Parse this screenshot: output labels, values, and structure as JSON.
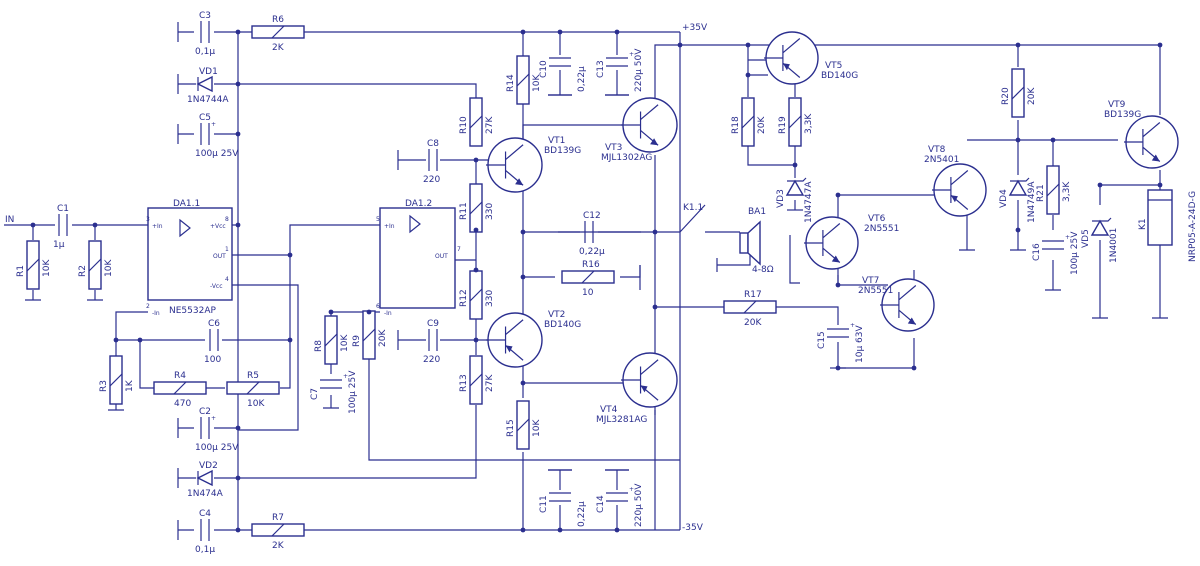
{
  "labels": {
    "in": "IN",
    "plus35": "+35V",
    "minus35": "-35V",
    "da11": "DA1.1",
    "da11_part": "NE5532AP",
    "da12": "DA1.2",
    "da11_pin_inp": "+In",
    "da11_pin_inn": "-In",
    "da11_pin_out": "OUT",
    "da11_pin_vcc": "+Vcc",
    "da11_pin_vee": "-Vcc",
    "da12_pin_inp": "+In",
    "da12_pin_inn": "-In",
    "da12_pin_out": "OUT",
    "pin3": "3",
    "pin2": "2",
    "pin1": "1",
    "pin8": "8",
    "pin4": "4",
    "pin5": "5",
    "pin6": "6",
    "pin7": "7",
    "C1": "C1",
    "C1v": "1µ",
    "R1": "R1",
    "R1v": "10K",
    "R2": "R2",
    "R2v": "10K",
    "R3": "R3",
    "R3v": "1K",
    "R4": "R4",
    "R4v": "470",
    "R5": "R5",
    "R5v": "10K",
    "C6": "C6",
    "C6v": "100",
    "C3": "C3",
    "C3v": "0,1µ",
    "R6": "R6",
    "R6v": "2K",
    "VD1": "VD1",
    "VD1v": "1N4744A",
    "C5": "C5",
    "C5v": "100µ 25V",
    "C2": "C2",
    "C2v": "100µ 25V",
    "VD2": "VD2",
    "VD2v": "1N474A",
    "C4": "C4",
    "C4v": "0,1µ",
    "R7": "R7",
    "R7v": "2K",
    "C7": "C7",
    "C7v": "100µ 25V",
    "R8": "R8",
    "R8v": "10K",
    "R9": "R9",
    "R9v": "20K",
    "C8": "C8",
    "C8v": "220",
    "C9": "C9",
    "C9v": "220",
    "R10": "R10",
    "R10v": "27K",
    "R11": "R11",
    "R11v": "330",
    "R12": "R12",
    "R12v": "330",
    "R13": "R13",
    "R13v": "27K",
    "VT1": "VT1",
    "VT1v": "BD139G",
    "VT2": "VT2",
    "VT2v": "BD140G",
    "R14": "R14",
    "R14v": "10K",
    "R15": "R15",
    "R15v": "10K",
    "C10": "C10",
    "C10v": "0,22µ",
    "C13": "C13",
    "C13v": "220µ 50V",
    "C11": "C11",
    "C11v": "0,22µ",
    "C14": "C14",
    "C14v": "220µ 50V",
    "VT3": "VT3",
    "VT3v": "MJL1302AG",
    "VT4": "VT4",
    "VT4v": "MJL3281AG",
    "C12": "C12",
    "C12v": "0,22µ",
    "R16": "R16",
    "R16v": "10",
    "R17": "R17",
    "R17v": "20K",
    "K11": "K1.1",
    "BA1": "BA1",
    "BA1v": "4-8Ω",
    "VT5": "VT5",
    "VT5v": "BD140G",
    "R18": "R18",
    "R18v": "20K",
    "R19": "R19",
    "R19v": "3,3K",
    "VD3": "VD3",
    "VD3v": "1N4747A",
    "VT6": "VT6",
    "VT6v": "2N5551",
    "VT7": "VT7",
    "VT7v": "2N5551",
    "C15": "C15",
    "C15v": "10µ 63V",
    "VT8": "VT8",
    "VT8v": "2N5401",
    "R20": "R20",
    "R20v": "20K",
    "VD4": "VD4",
    "VD4v": "1N4749A",
    "R21": "R21",
    "R21v": "3,3K",
    "C16": "C16",
    "C16v": "100µ 25V",
    "VT9": "VT9",
    "VT9v": "BD139G",
    "VD5": "VD5",
    "VD5v": "1N4001",
    "K1": "K1",
    "K1v": "NRP05-A-24D-G"
  }
}
